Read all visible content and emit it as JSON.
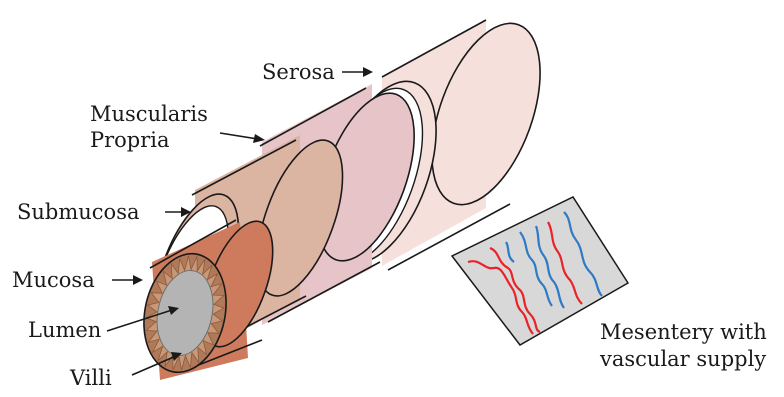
{
  "labels": {
    "serosa": "Serosa",
    "muscularis_line1": "Muscularis",
    "muscularis_line2": "Propria",
    "submucosa": "Submucosa",
    "mucosa": "Mucosa",
    "lumen": "Lumen",
    "villi": "Villi",
    "mesentery_line1": "Mesentery with",
    "mesentery_line2": "vascular supply"
  },
  "colors": {
    "serosa": "#f6e0dc",
    "muscularis": "#e6c4c8",
    "submucosa": "#dcb4a2",
    "mucosa": "#cd7b5c",
    "lumen": "#b4b4b4",
    "villi": "#c89878",
    "mesentery": "#d8d8d8",
    "artery": "#e8242a",
    "vein": "#2f7ac4",
    "ring": "#ffffff",
    "outline": "#1a1a1a"
  }
}
